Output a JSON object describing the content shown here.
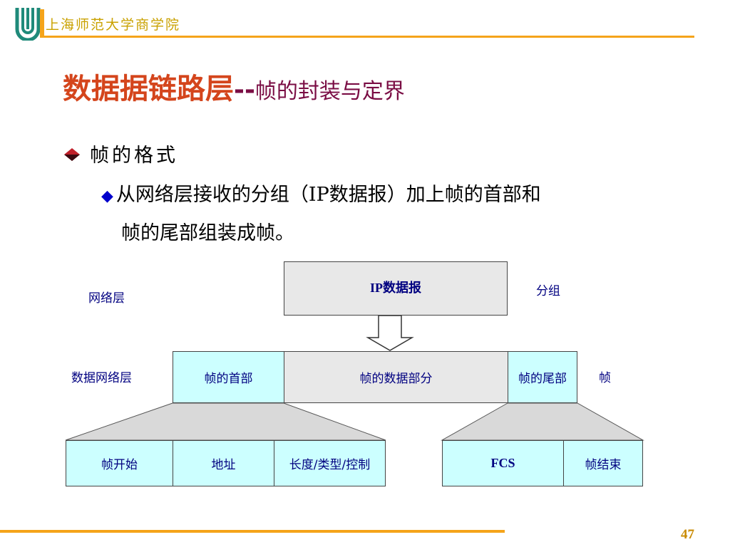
{
  "header": {
    "school_name": "上海师范大学商学院",
    "logo_icon": "university-logo-icon",
    "accent_color": "#f5a41a"
  },
  "slide": {
    "title_main": "数据据链路层",
    "title_dash": "--",
    "title_sub": "帧的封装与定界",
    "bullet_level1": "帧的格式",
    "bullet_level2_marker": "◆",
    "bullet_level2_line1": "从网络层接收的分组（IP数据报）加上帧的首部和",
    "bullet_level2_line2": "帧的尾部组装成帧。"
  },
  "diagram": {
    "network_layer_label": "网络层",
    "packet_label": "分组",
    "ip_datagram": "IP数据报",
    "data_link_layer_label": "数据网络层",
    "frame_label": "帧",
    "frame_header": "帧的首部",
    "frame_data": "帧的数据部分",
    "frame_trailer": "帧的尾部",
    "header_fields": [
      "帧开始",
      "地址",
      "长度/类型/控制"
    ],
    "trailer_fields": [
      "FCS",
      "帧结束"
    ]
  },
  "footer": {
    "page_number": "47"
  }
}
